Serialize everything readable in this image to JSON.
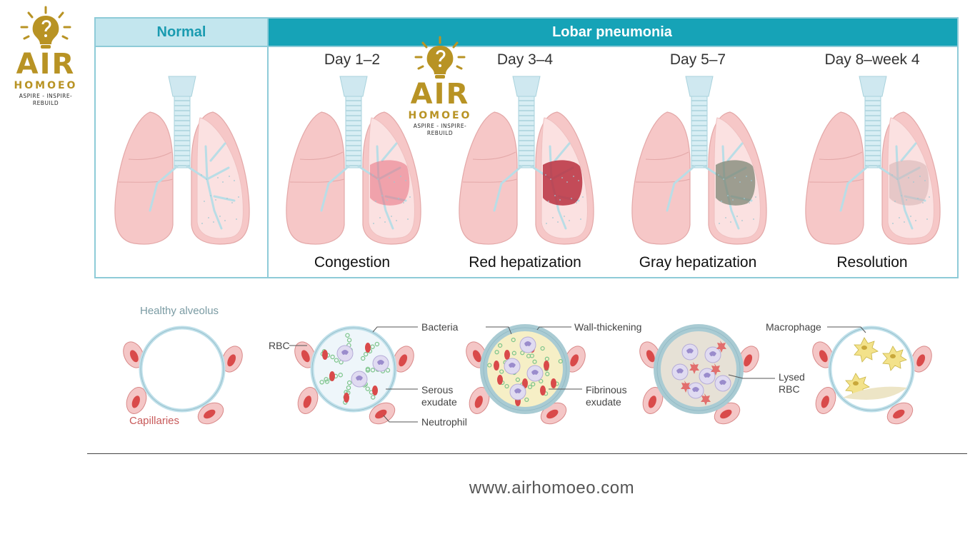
{
  "logo": {
    "word": "AIR",
    "sub": "HOMOEO",
    "tagline": "ASPIRE - INSPIRE- REBUILD"
  },
  "header": {
    "normal": "Normal",
    "lobar": "Lobar pneumonia"
  },
  "days": [
    "Day 1–2",
    "Day 3–4",
    "Day 5–7",
    "Day 8–week 4"
  ],
  "stages": [
    "Congestion",
    "Red hepatization",
    "Gray hepatization",
    "Resolution"
  ],
  "alveolus_labels": {
    "healthy": "Healthy alveolus",
    "capillaries": "Capillaries",
    "rbc": "RBC",
    "bacteria": "Bacteria",
    "serous": "Serous\nexudate",
    "neutrophil": "Neutrophil",
    "wall": "Wall-thickening",
    "fibrinous": "Fibrinous\nexudate",
    "lysed": "Lysed\nRBC",
    "macrophage": "Macrophage"
  },
  "footer": {
    "url": "www.airhomoeo.com"
  },
  "colors": {
    "teal": "#16a3b7",
    "teal_light": "#c3e6ee",
    "gold": "#b89324",
    "lung": "#f6c7c7",
    "rbc": "#d94a4a"
  }
}
